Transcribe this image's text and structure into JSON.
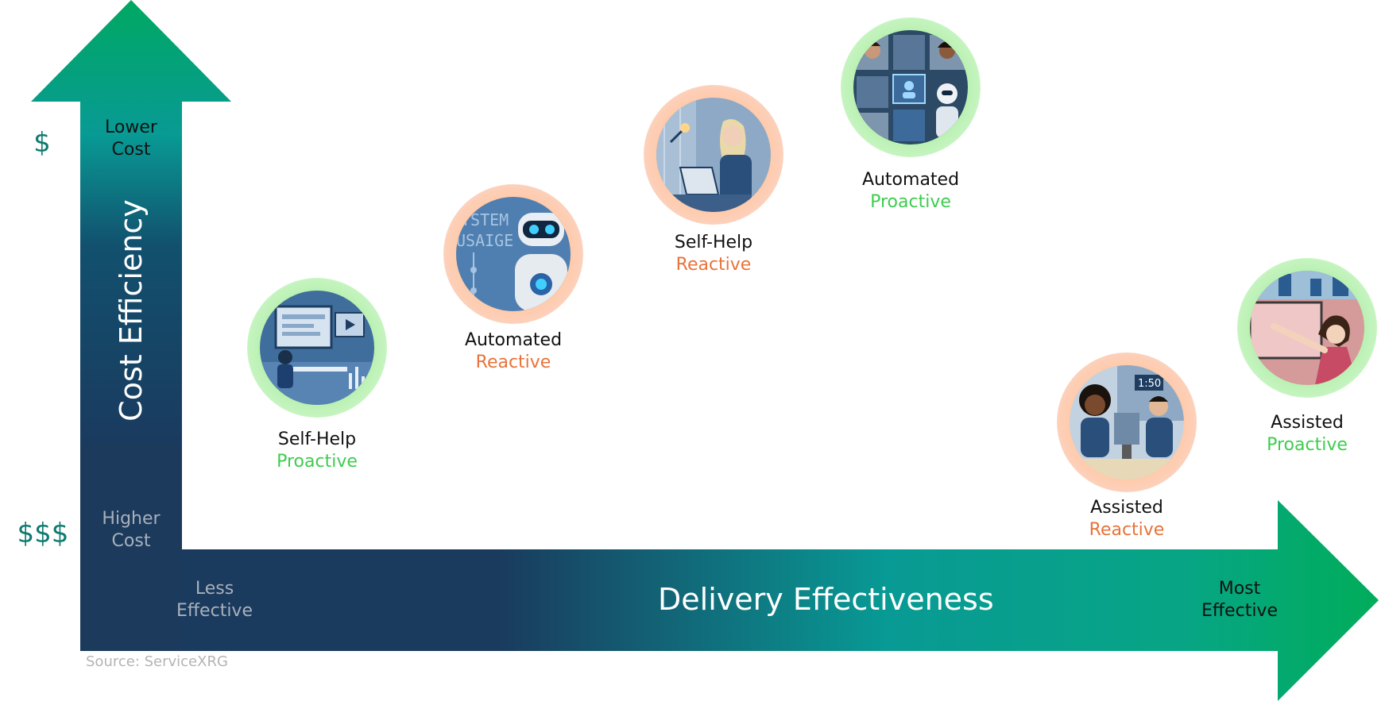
{
  "colors": {
    "accent_green": "#00a862",
    "dark_navy": "#1b3a5c",
    "teal": "#089a94",
    "proactive": "#3fcc4f",
    "reactive": "#e8733a",
    "dollar": "#0e7a70"
  },
  "y_axis": {
    "title": "Cost Efficiency",
    "top_label_line1": "Lower",
    "top_label_line2": "Cost",
    "bottom_label_line1": "Higher",
    "bottom_label_line2": "Cost",
    "top_dollar": "$",
    "bottom_dollar": "$$$"
  },
  "x_axis": {
    "title": "Delivery Effectiveness",
    "left_label_line1": "Less",
    "left_label_line2": "Effective",
    "right_label_line1": "Most",
    "right_label_line2": "Effective"
  },
  "nodes": [
    {
      "line1": "Self-Help",
      "line2": "Proactive",
      "mode": "proactive",
      "icon": "self-help-dashboard-illustration"
    },
    {
      "line1": "Automated",
      "line2": "Reactive",
      "mode": "reactive",
      "icon": "robot-system-usage-illustration"
    },
    {
      "line1": "Self-Help",
      "line2": "Reactive",
      "mode": "reactive",
      "icon": "woman-at-laptop-illustration"
    },
    {
      "line1": "Automated",
      "line2": "Proactive",
      "mode": "proactive",
      "icon": "robot-and-people-screens-illustration"
    },
    {
      "line1": "Assisted",
      "line2": "Reactive",
      "mode": "reactive",
      "icon": "call-center-agents-illustration"
    },
    {
      "line1": "Assisted",
      "line2": "Proactive",
      "mode": "proactive",
      "icon": "woman-presenting-illustration"
    }
  ],
  "source": "Source: ServiceXRG"
}
